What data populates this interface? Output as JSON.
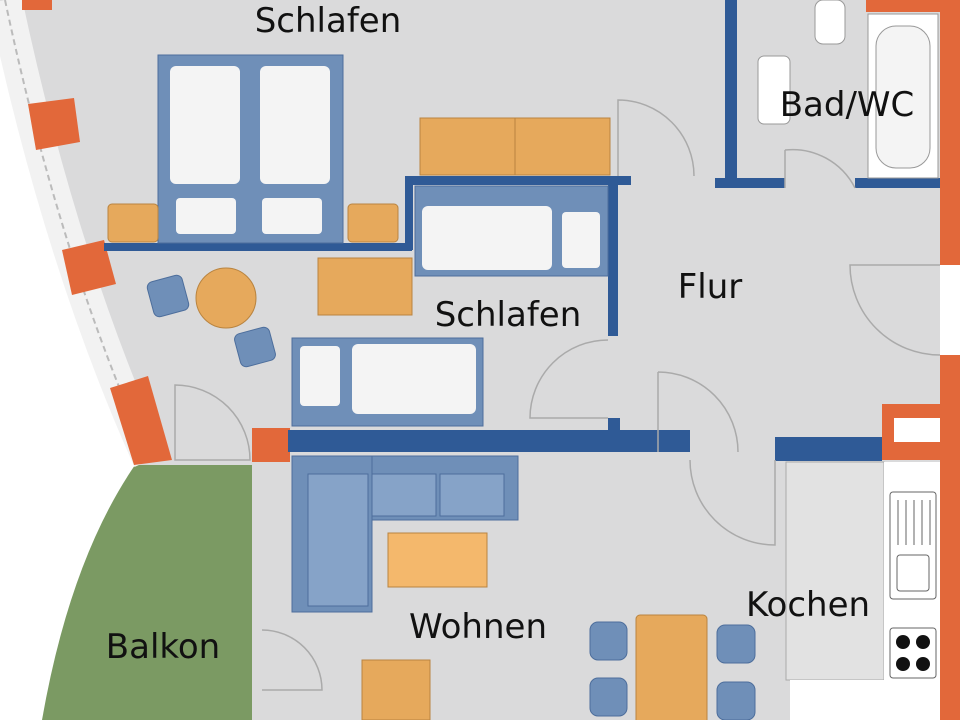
{
  "rooms": {
    "schlafen_1": "Schlafen",
    "schlafen_2": "Schlafen",
    "bad_wc": "Bad/WC",
    "flur": "Flur",
    "wohnen": "Wohnen",
    "kochen": "Kochen",
    "balkon": "Balkon"
  },
  "colors": {
    "floor": "#dadadb",
    "wall": "#2f5a96",
    "furniture_blue": "#6f8fb8",
    "furniture_orange": "#e6a95c",
    "outer_wall": "#e2683a",
    "balcony": "#7b9a63"
  }
}
